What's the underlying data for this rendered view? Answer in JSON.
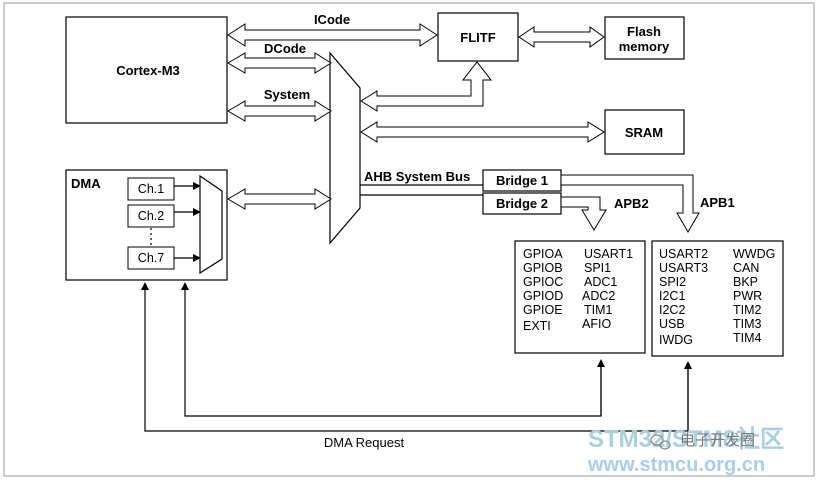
{
  "blocks": {
    "cortex": "Cortex-M3",
    "flitf": "FLITF",
    "flash": [
      "Flash",
      "memory"
    ],
    "sram": "SRAM",
    "dma": "DMA",
    "bridge1": "Bridge 1",
    "bridge2": "Bridge 2"
  },
  "buses": {
    "icode": "ICode",
    "dcode": "DCode",
    "system": "System",
    "ahb": "AHB System Bus",
    "apb1": "APB1",
    "apb2": "APB2",
    "dma_request": "DMA Request"
  },
  "dma_channels": {
    "ch1": "Ch.1",
    "ch2": "Ch.2",
    "ch7": "Ch.7"
  },
  "apb2_peripherals": {
    "col1": [
      "GPIOA",
      "GPIOB",
      "GPIOC",
      "GPIOD",
      "GPIOE",
      "EXTI"
    ],
    "col2": [
      "USART1",
      "SPI1",
      "ADC1",
      "ADC2",
      "TIM1",
      "AFIO"
    ]
  },
  "apb1_peripherals": {
    "col1": [
      "USART2",
      "USART3",
      "SPI2",
      "I2C1",
      "I2C2",
      "USB",
      "IWDG"
    ],
    "col2": [
      "WWDG",
      "CAN",
      "BKP",
      "PWR",
      "TIM2",
      "TIM3",
      "TIM4"
    ]
  },
  "watermark": {
    "line1": "STM32/STM8社区",
    "line2": "www.stmcu.org.cn",
    "channel": "电子开发圈"
  }
}
